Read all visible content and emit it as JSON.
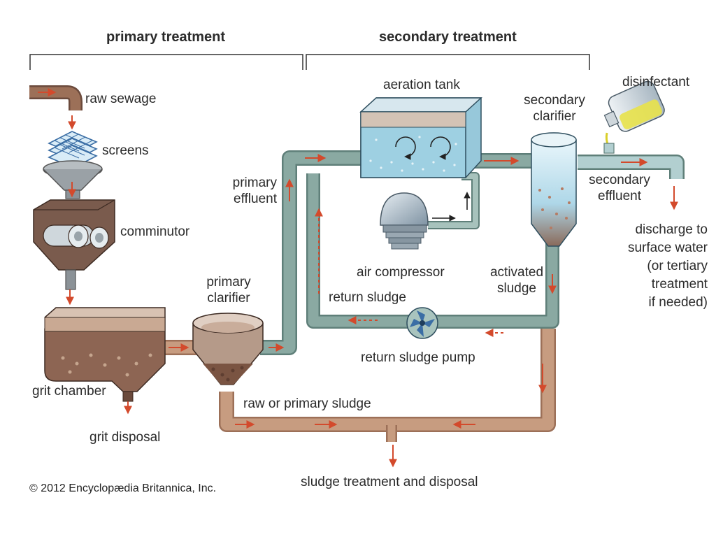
{
  "sections": {
    "primary": "primary treatment",
    "secondary": "secondary treatment"
  },
  "labels": {
    "raw_sewage": "raw sewage",
    "screens": "screens",
    "comminutor": "comminutor",
    "grit_chamber": "grit chamber",
    "grit_disposal": "grit disposal",
    "primary_clarifier": [
      "primary",
      "clarifier"
    ],
    "primary_effluent": [
      "primary",
      "effluent"
    ],
    "aeration_tank": "aeration tank",
    "air_compressor": "air compressor",
    "secondary_clarifier": [
      "secondary",
      "clarifier"
    ],
    "disinfectant": "disinfectant",
    "secondary_effluent": [
      "secondary",
      "effluent"
    ],
    "discharge": [
      "discharge to",
      "surface water",
      "(or tertiary",
      "treatment",
      "if needed)"
    ],
    "activated_sludge": [
      "activated",
      "sludge"
    ],
    "return_sludge": "return sludge",
    "return_sludge_pump": "return sludge pump",
    "raw_or_primary_sludge": "raw or primary sludge",
    "sludge_treatment": "sludge treatment and disposal"
  },
  "copyright": "© 2012 Encyclopædia Britannica, Inc.",
  "colors": {
    "pipe": "#8aa9a2",
    "pipe_edge": "#5f7f79",
    "sludge_pipe": "#c79c80",
    "sludge_edge": "#9c7058",
    "tank_brown": "#8d6553",
    "water_blue": "#bfe1ef",
    "arrow": "#d34a2c",
    "disinfectant": "#e8e24a"
  }
}
